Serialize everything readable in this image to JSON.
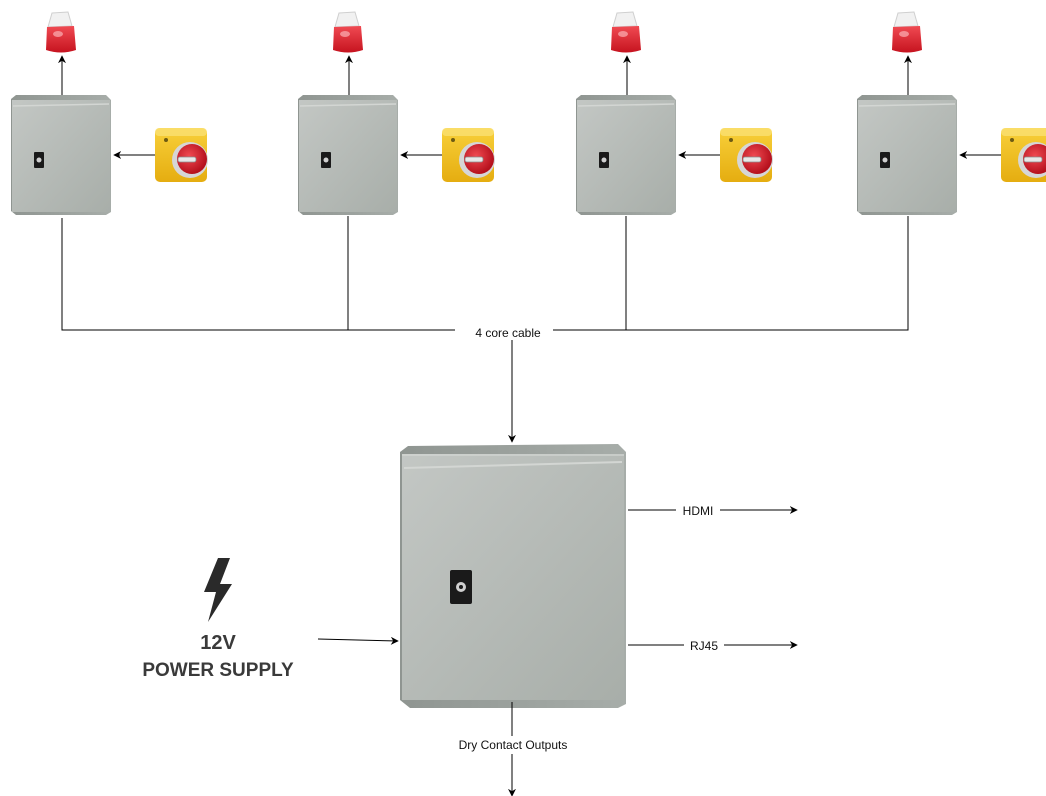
{
  "labels": {
    "bus_cable": "4 core cable",
    "output_hdmi": "HDMI",
    "output_rj45": "RJ45",
    "output_dry_contact": "Dry Contact Outputs",
    "power_voltage": "12V",
    "power_supply": "POWER SUPPLY"
  },
  "stations": [
    {
      "name": "station-1"
    },
    {
      "name": "station-2"
    },
    {
      "name": "station-3"
    },
    {
      "name": "station-4"
    }
  ],
  "icons": {
    "beacon": "strobe-siren-icon",
    "call_point": "emergency-stop-keyswitch-icon",
    "enclosure": "electrical-enclosure-icon",
    "power": "lightning-bolt-icon"
  },
  "colors": {
    "enclosure_face": "#b7bcb8",
    "enclosure_side": "#9ba19d",
    "beacon_red": "#e01f2d",
    "call_point_yellow": "#f6c21a",
    "call_point_red": "#d41e2c",
    "line": "#000000",
    "power_text": "#3a3a3a"
  }
}
